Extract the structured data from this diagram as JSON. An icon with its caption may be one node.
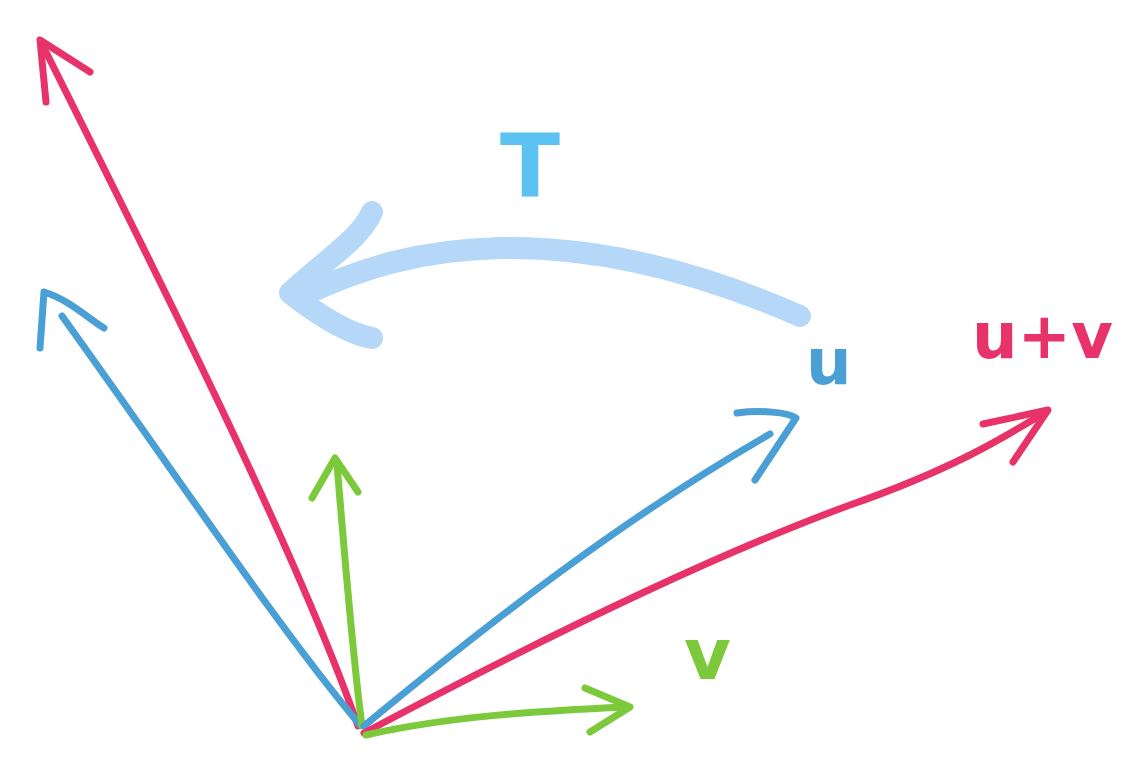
{
  "diagram": {
    "labels": [
      "T",
      "u",
      "u+v",
      "v"
    ]
  }
}
